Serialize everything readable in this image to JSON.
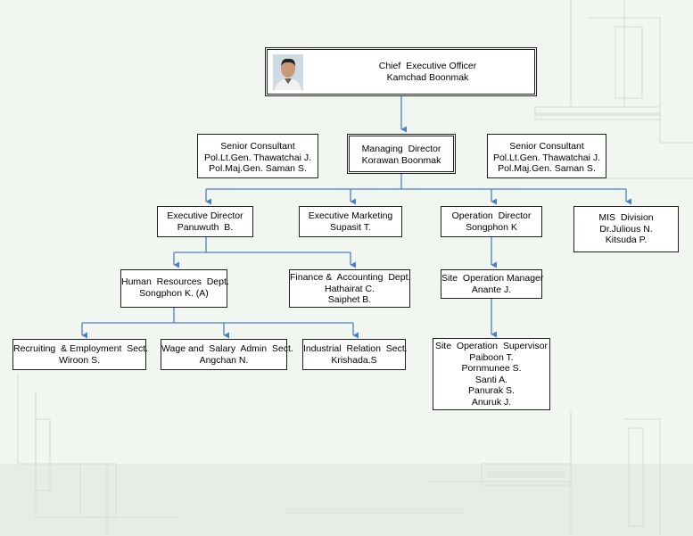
{
  "ceo": {
    "title": "Chief  Executive Officer",
    "lines": [
      "Kamchad Boonmak"
    ]
  },
  "senior_consultant_left": {
    "title": "Senior Consultant",
    "lines": [
      "Pol.Lt.Gen. Thawatchai J.",
      "Pol.Maj.Gen. Saman S."
    ]
  },
  "managing_director": {
    "title": "Managing  Director",
    "lines": [
      "Korawan Boonmak"
    ]
  },
  "senior_consultant_right": {
    "title": "Senior Consultant",
    "lines": [
      "Pol.Lt.Gen. Thawatchai J.",
      "Pol.Maj.Gen. Saman S."
    ]
  },
  "executive_director": {
    "title": "Executive Director",
    "lines": [
      "Panuwuth  B."
    ]
  },
  "executive_marketing": {
    "title": "Executive Marketing",
    "lines": [
      "Supasit T."
    ]
  },
  "operation_director": {
    "title": "Operation  Director",
    "lines": [
      "Songphon K"
    ]
  },
  "mis_division": {
    "title": "MIS  Division",
    "lines": [
      "Dr.Julious N.",
      "Kitsuda P."
    ]
  },
  "human_resources": {
    "title": "Human  Resources  Dept.",
    "lines": [
      "Songphon K. (A)"
    ]
  },
  "finance_accounting": {
    "title": "Finance &  Accounting  Dept.",
    "lines": [
      "Hathairat C.",
      "Saiphet B."
    ]
  },
  "site_operation_manager": {
    "title": "Site  Operation Manager",
    "lines": [
      "Anante J."
    ]
  },
  "recruiting": {
    "title": "Recruiting  & Employment  Sect.",
    "lines": [
      "Wiroon S."
    ]
  },
  "wage_salary": {
    "title": "Wage and  Salary  Admin  Sect.",
    "lines": [
      "Angchan N."
    ]
  },
  "industrial_relation": {
    "title": "Industrial  Relation  Sect.",
    "lines": [
      "Krishada.S"
    ]
  },
  "site_operation_supervisor": {
    "title": "Site  Operation  Supervisor",
    "lines": [
      "Paiboon T.",
      "Pornmunee S.",
      "Santi A.",
      "Panurak S.",
      "Anuruk J."
    ]
  },
  "colors": {
    "connector": "#4a7fc6",
    "border": "#202020"
  }
}
